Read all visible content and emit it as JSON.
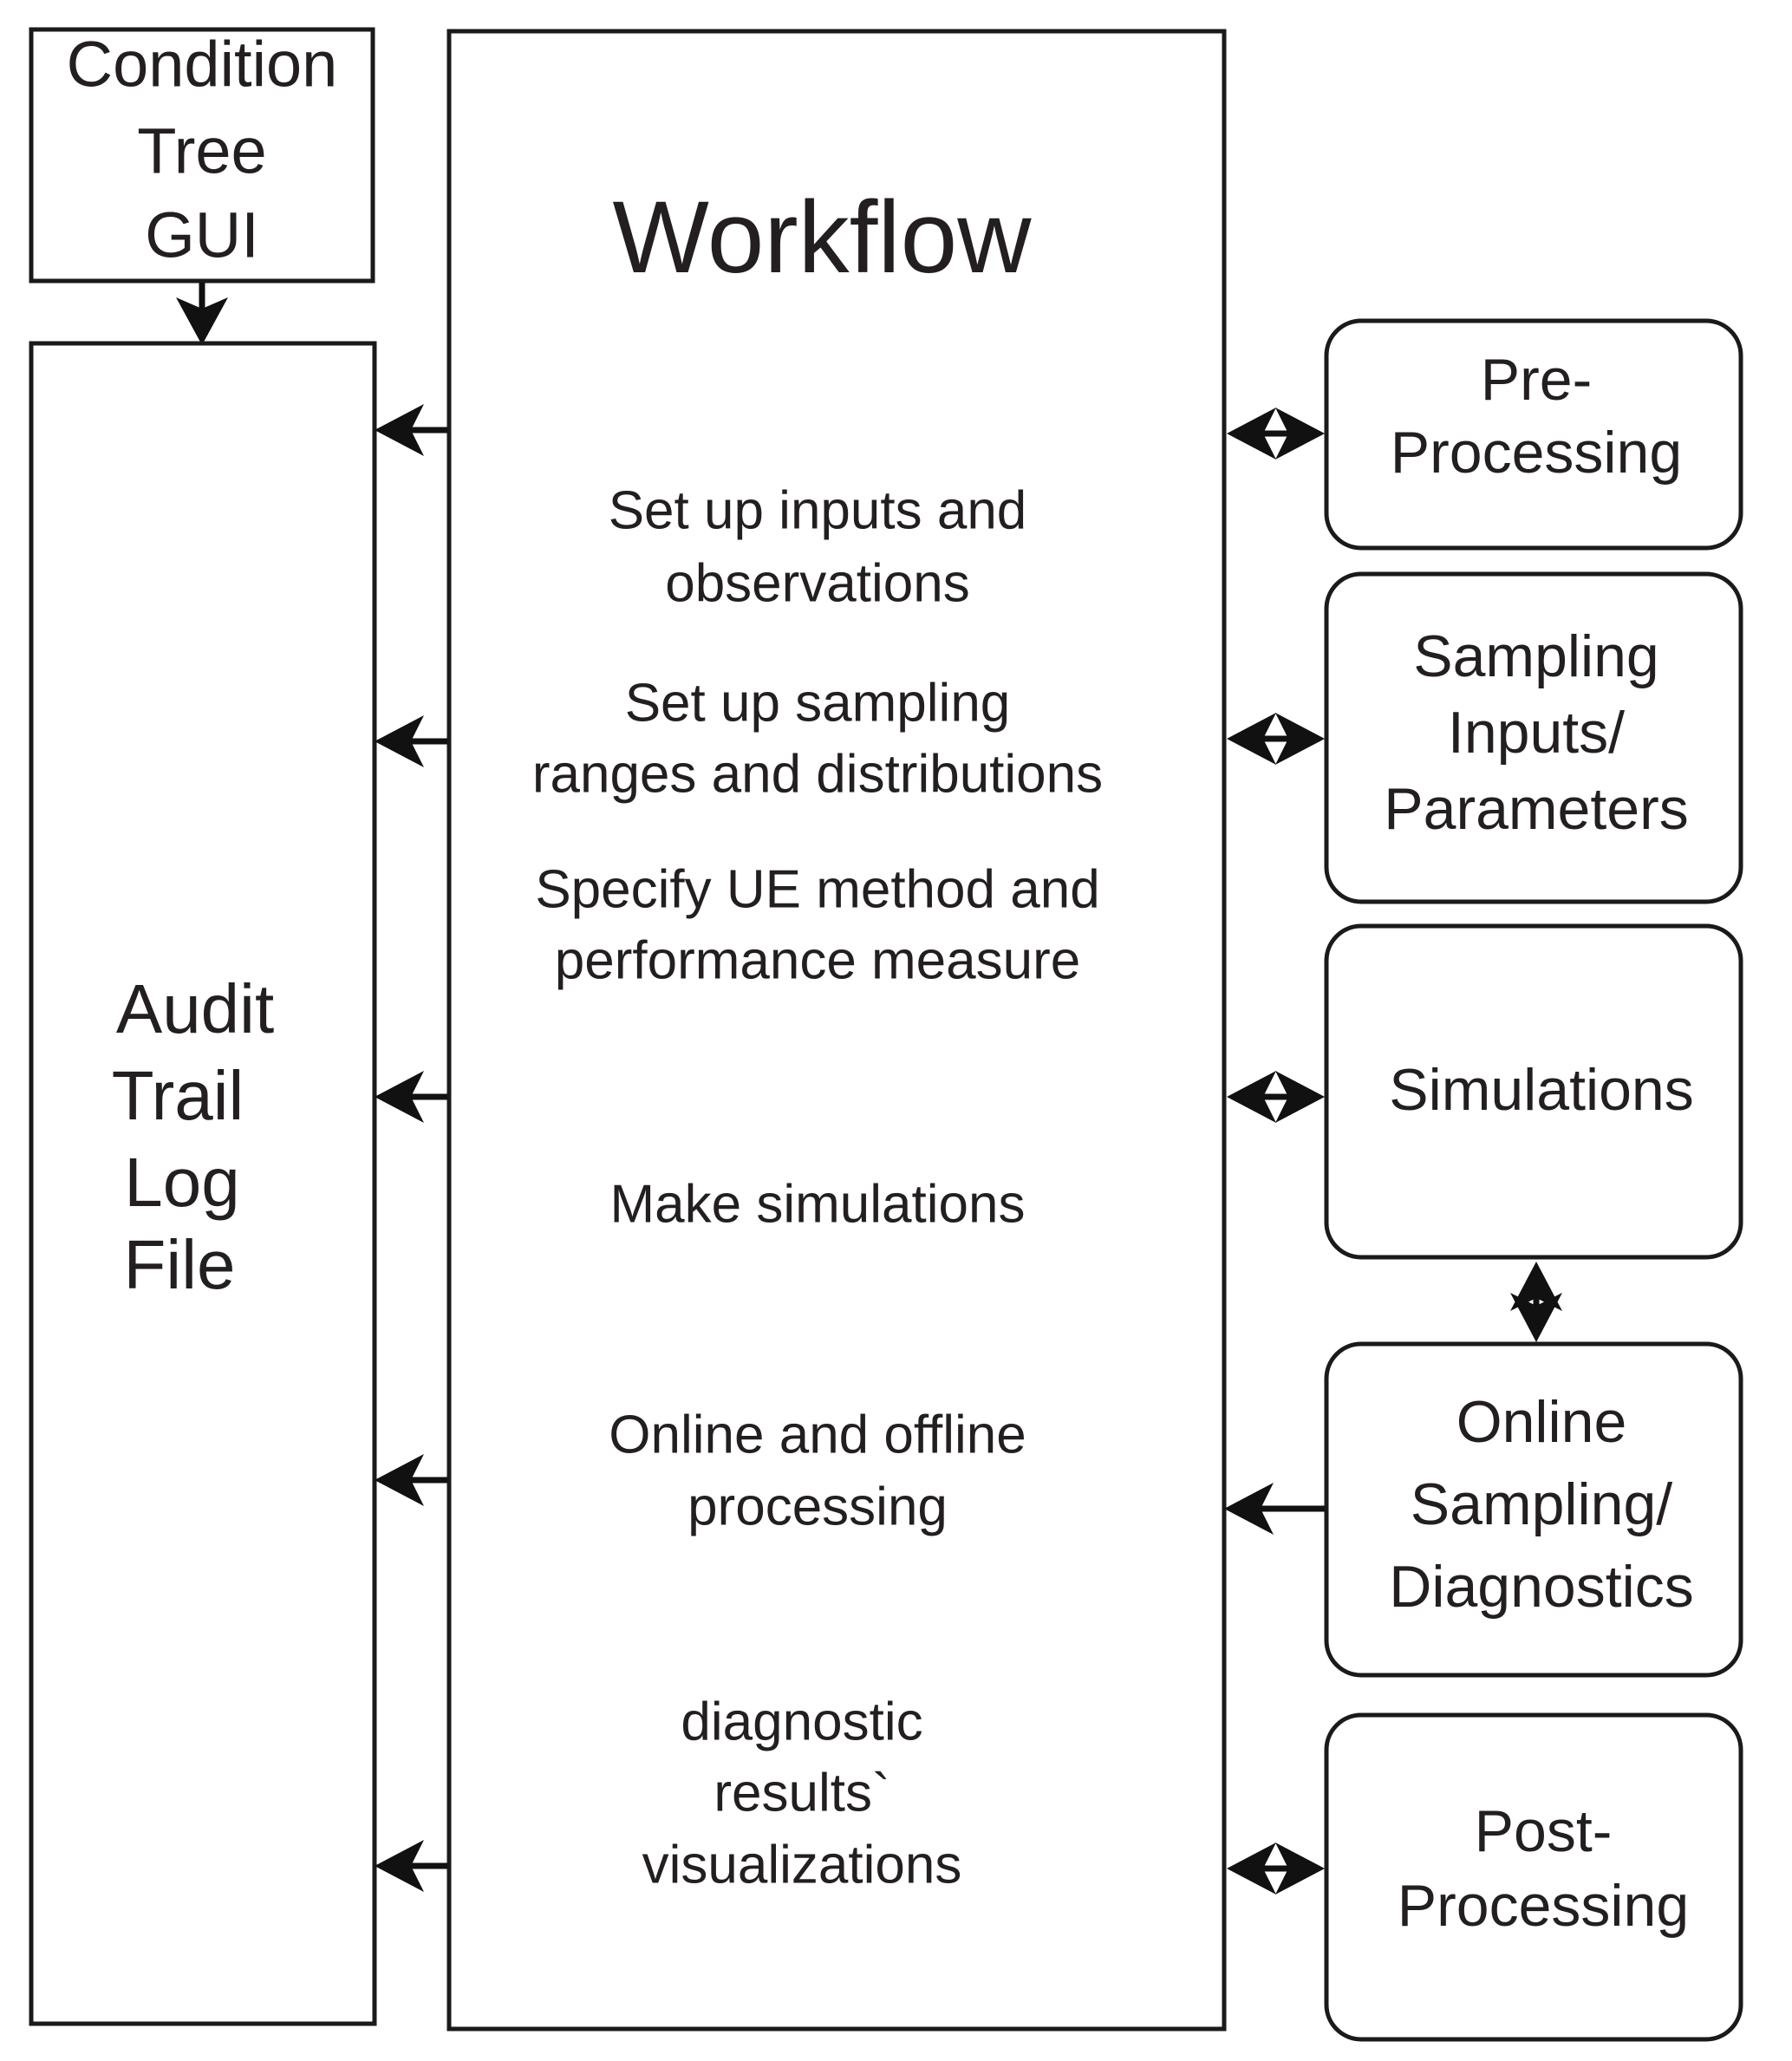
{
  "diagram": {
    "title": "Workflow",
    "colors": {
      "stroke": "#1a1a1a",
      "text": "#231f20",
      "background": "#ffffff",
      "arrow": "#111111"
    },
    "condition_tree_box": {
      "lines": [
        "Condition",
        "Tree",
        "GUI"
      ]
    },
    "audit_trail_box": {
      "lines": [
        "Audit",
        "Trail",
        "Log",
        "File"
      ]
    },
    "workflow_box": {
      "title": "Workflow",
      "steps": [
        {
          "id": "step-setup-inputs",
          "lines": [
            "Set up inputs and",
            "observations"
          ]
        },
        {
          "id": "step-setup-sampling",
          "lines": [
            "Set up sampling",
            "ranges and distributions"
          ]
        },
        {
          "id": "step-specify-ue",
          "lines": [
            "Specify UE method and",
            "performance measure"
          ]
        },
        {
          "id": "step-make-simulations",
          "lines": [
            "Make simulations"
          ]
        },
        {
          "id": "step-online-offline",
          "lines": [
            "Online and offline",
            "processing"
          ]
        },
        {
          "id": "step-diagnostic-results",
          "lines": [
            "diagnostic",
            "results`",
            "visualizations"
          ]
        }
      ]
    },
    "right_boxes": [
      {
        "id": "pre-processing",
        "lines": [
          "Pre-",
          "Processing"
        ],
        "connector": "double"
      },
      {
        "id": "sampling-inputs-parameters",
        "lines": [
          "Sampling",
          "Inputs/",
          "Parameters"
        ],
        "connector": "double"
      },
      {
        "id": "simulations",
        "lines": [
          "Simulations"
        ],
        "connector": "double"
      },
      {
        "id": "online-sampling-diagnostics",
        "lines": [
          "Online",
          "Sampling/",
          "Diagnostics"
        ],
        "connector": "single-left"
      },
      {
        "id": "post-processing",
        "lines": [
          "Post-",
          "Processing"
        ],
        "connector": "double"
      }
    ],
    "connectors": {
      "condition_to_audit": "down-arrow",
      "simulations_to_online_sampling": "vertical-double-arrow",
      "workflow_to_audit_count": 5
    }
  }
}
